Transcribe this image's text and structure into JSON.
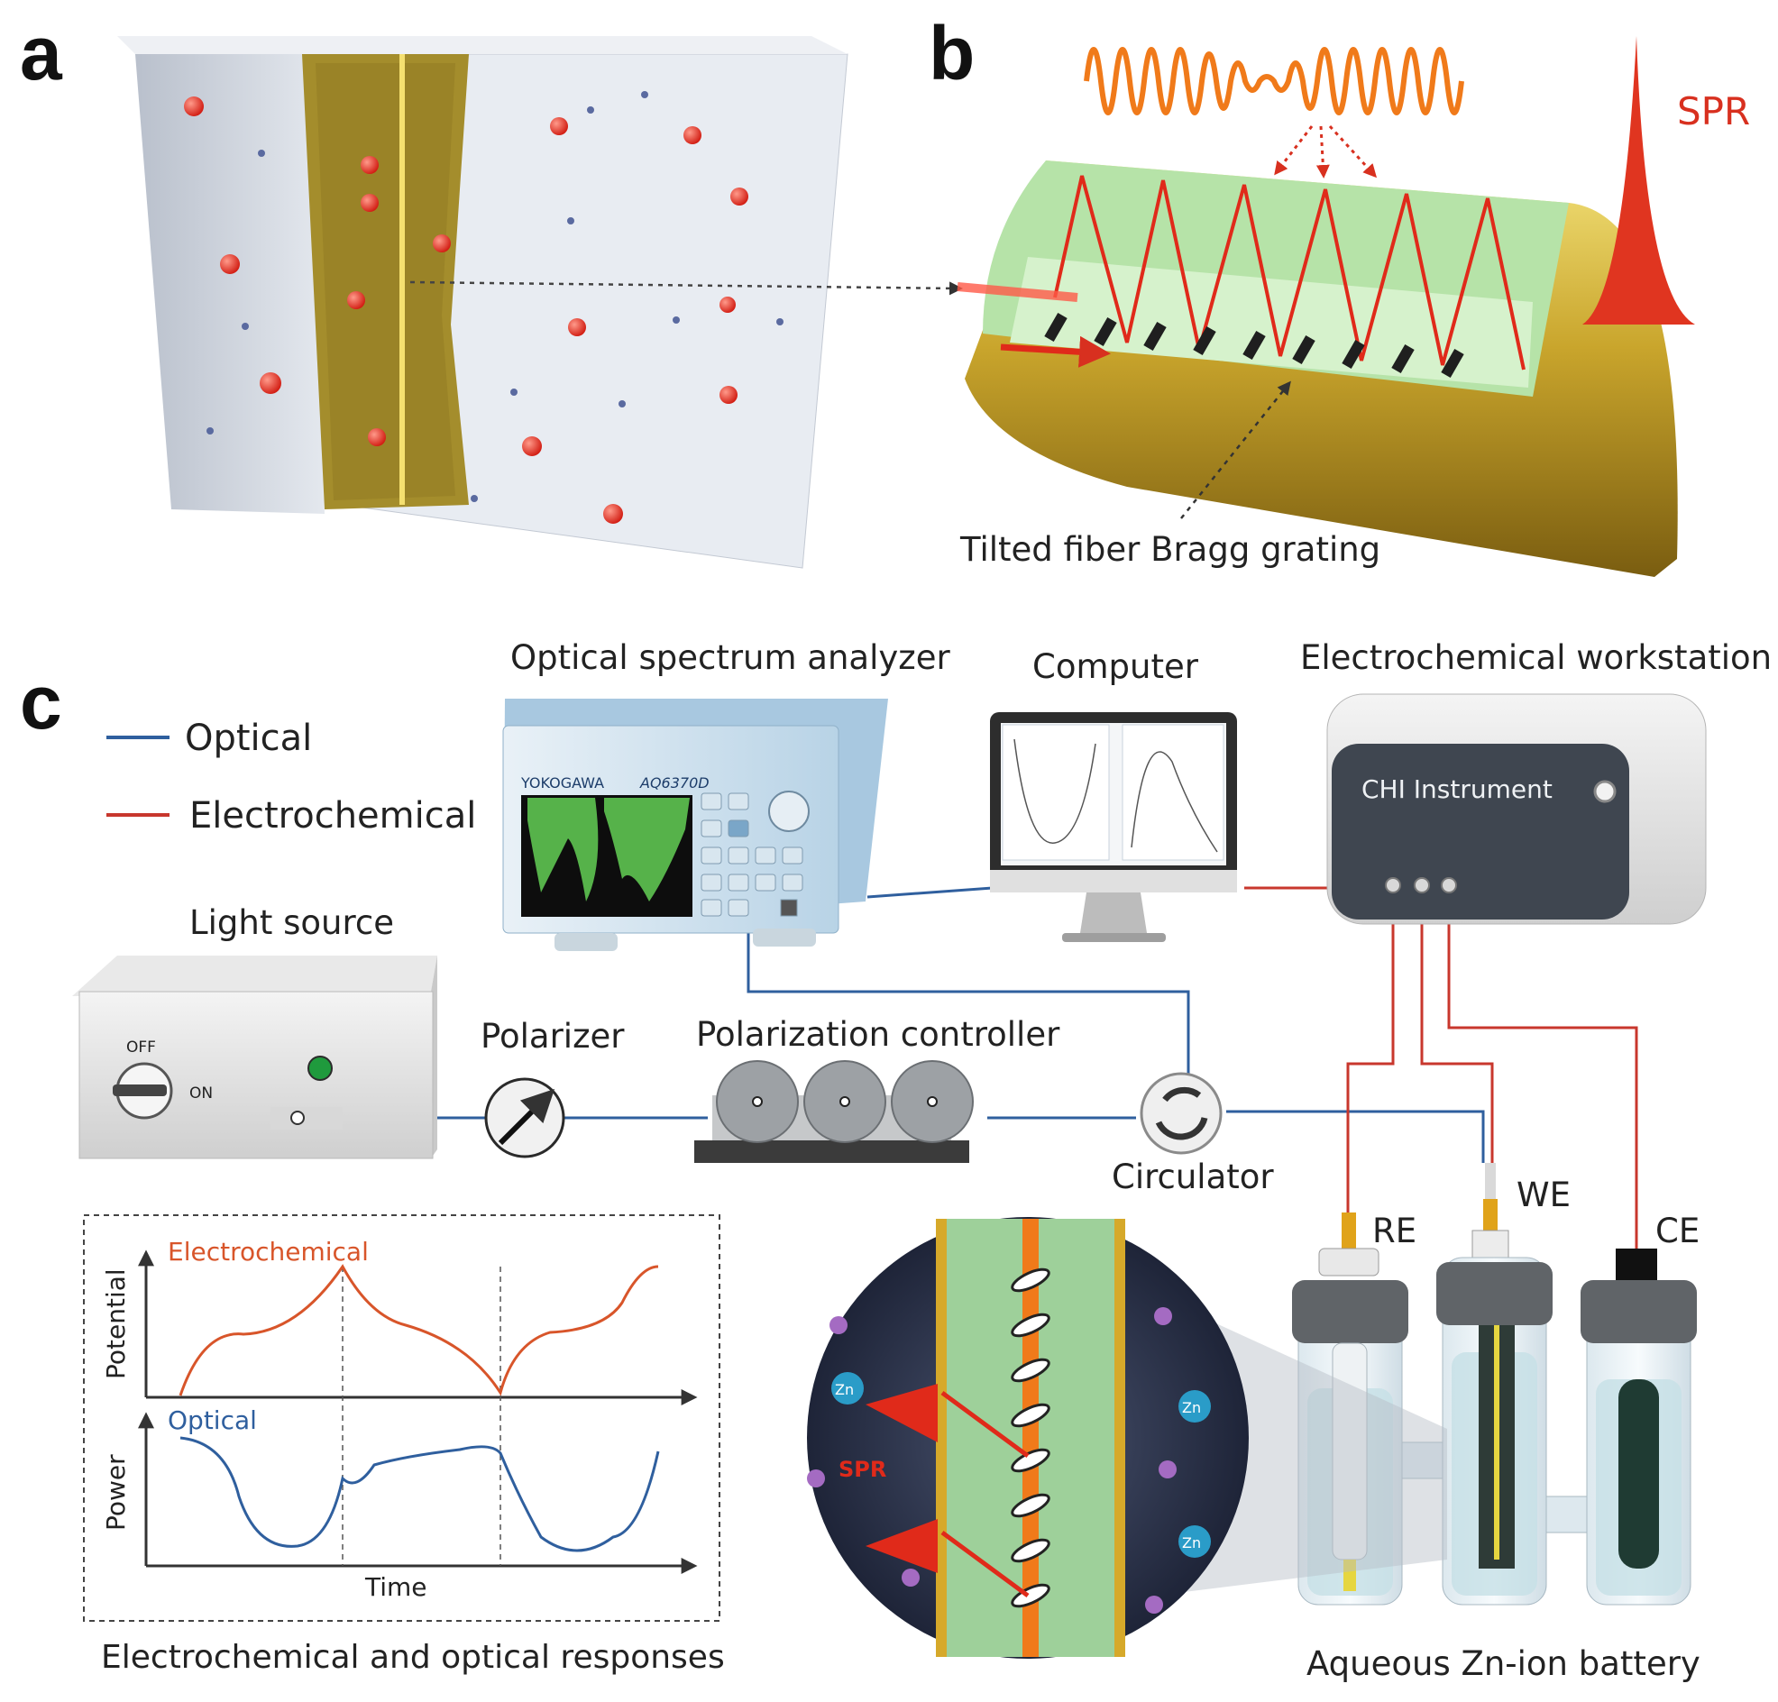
{
  "panels": {
    "a": "a",
    "b": "b",
    "c": "c"
  },
  "panel_b": {
    "spr_label": "SPR",
    "grating_label": "Tilted fiber Bragg grating"
  },
  "legend": {
    "optical": "Optical",
    "electrochemical": "Electrochemical"
  },
  "devices": {
    "osa_title": "Optical spectrum analyzer",
    "osa_brand": "YOKOGAWA",
    "osa_model": "AQ6370D",
    "computer": "Computer",
    "workstation": "Electrochemical workstation",
    "workstation_brand": "CHI Instrument",
    "light_source": "Light source",
    "switch_off": "OFF",
    "switch_on": "ON",
    "polarizer": "Polarizer",
    "polarization_controller": "Polarization controller",
    "circulator": "Circulator"
  },
  "cell": {
    "re": "RE",
    "we": "WE",
    "ce": "CE",
    "battery_label": "Aqueous Zn-ion battery",
    "ion_zn": "Zn",
    "spr": "SPR"
  },
  "response": {
    "caption": "Electrochemical and optical responses",
    "electro_label": "Electrochemical",
    "optical_label": "Optical",
    "potential_axis": "Potential",
    "power_axis": "Power",
    "time_axis": "Time"
  },
  "colors": {
    "optical_line": "#2f5f9e",
    "electro_line": "#c8372d",
    "gold": "#c9a52c",
    "fiber_core": "#a8dba0",
    "spr_red": "#e03520"
  }
}
